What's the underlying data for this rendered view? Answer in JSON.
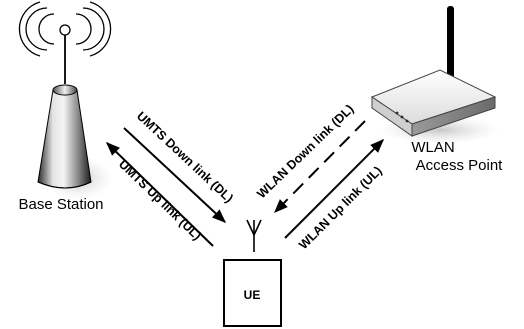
{
  "base_station": {
    "label": "Base Station"
  },
  "wlan_ap": {
    "label_line1": "WLAN",
    "label_line2": "Access Point"
  },
  "ue": {
    "label": "UE"
  },
  "links": {
    "umts_downlink": "UMTS Down link (DL)",
    "umts_uplink": "UMTS Up link (UL)",
    "wlan_downlink": "WLAN Down link (DL)",
    "wlan_uplink": "WLAN Up link (UL)"
  },
  "colors": {
    "line": "#000000",
    "background": "#ffffff"
  },
  "icons": {
    "base_station": "cell-tower-icon",
    "access_point": "wifi-router-icon",
    "ue_antenna": "antenna-icon"
  }
}
